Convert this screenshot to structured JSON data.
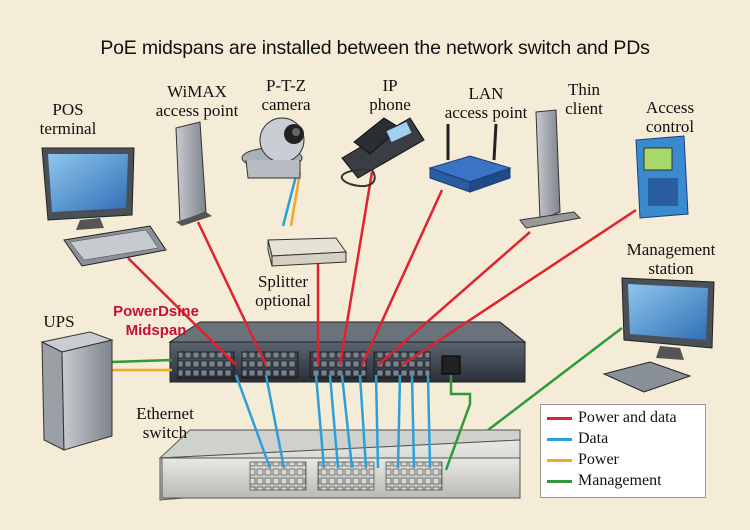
{
  "title": "PoE midspans are installed between the network switch and PDs",
  "devices": {
    "pos_terminal": [
      "POS",
      "terminal"
    ],
    "wimax_ap": [
      "WiMAX",
      "access point"
    ],
    "ptz_camera": [
      "P-T-Z",
      "camera"
    ],
    "ip_phone": [
      "IP",
      "phone"
    ],
    "lan_ap": [
      "LAN",
      "access point"
    ],
    "thin_client": [
      "Thin",
      "client"
    ],
    "access_control": [
      "Access",
      "control"
    ],
    "management_station": [
      "Management",
      "station"
    ],
    "splitter": [
      "Splitter",
      "optional"
    ],
    "ups": "UPS",
    "ethernet_switch": [
      "Ethernet",
      "switch"
    ],
    "midspan": [
      "PowerDsine",
      "Midspan"
    ]
  },
  "legend": [
    {
      "label": "Power and data",
      "color": "#e0222e"
    },
    {
      "label": "Data",
      "color": "#2d9fd8"
    },
    {
      "label": "Power",
      "color": "#f5a623"
    },
    {
      "label": "Management",
      "color": "#2e9a3a"
    }
  ],
  "colors": {
    "power_data": "#e0222e",
    "data": "#2d9fd8",
    "power": "#f5a623",
    "management": "#2e9a3a",
    "background": "#f4ecd6"
  }
}
